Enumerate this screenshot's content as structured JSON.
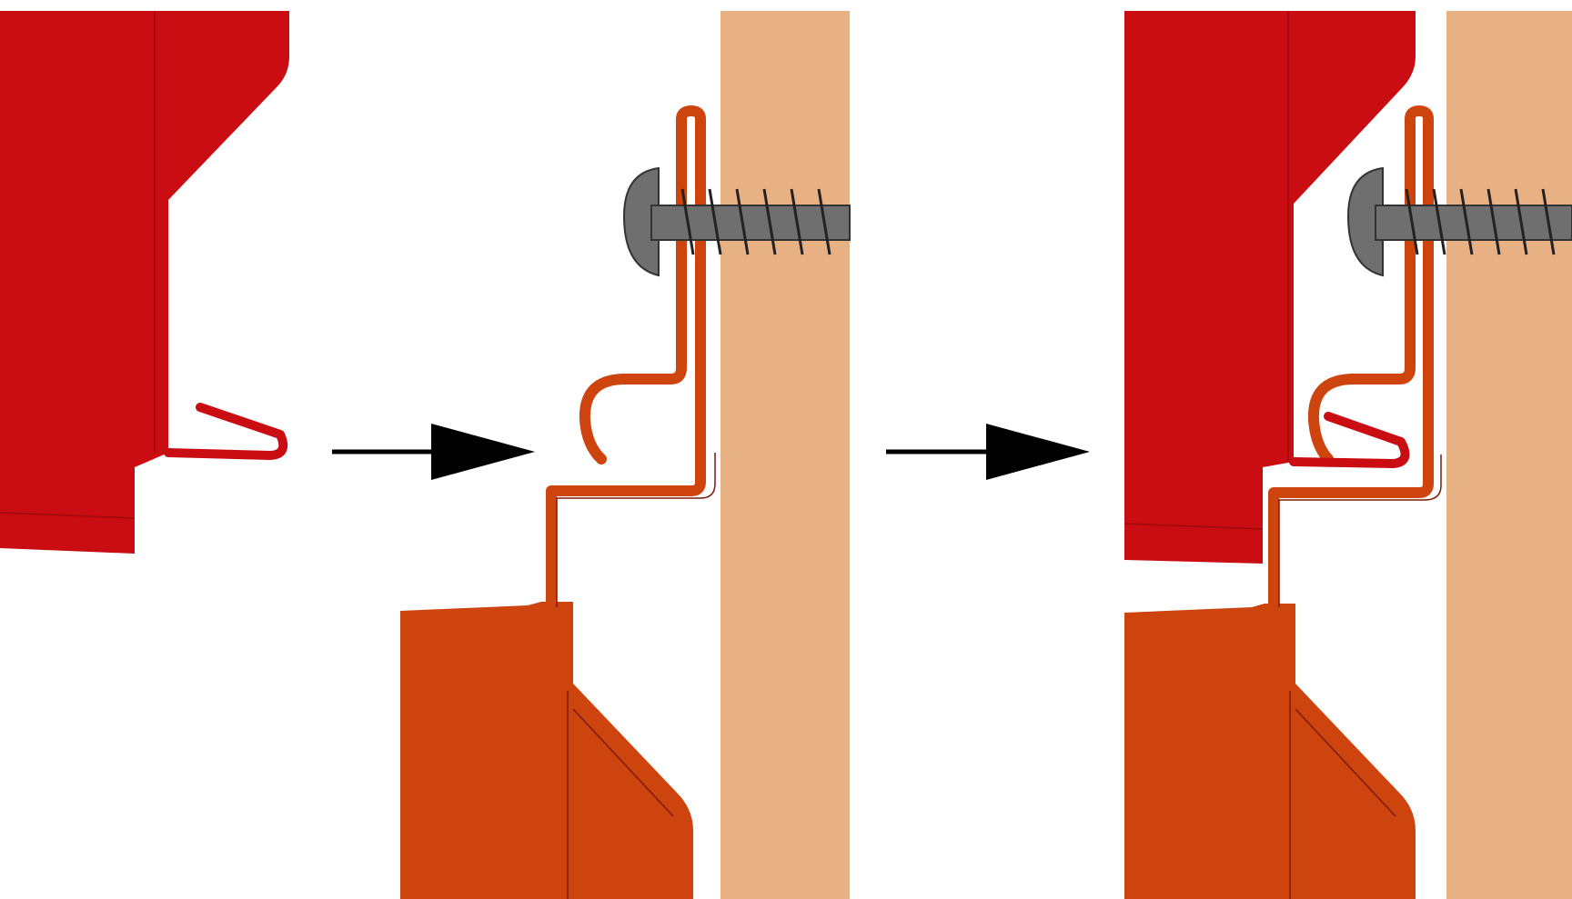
{
  "diagram": {
    "type": "mechanical-assembly-sequence",
    "stages": [
      {
        "parts": [
          "upper-panel",
          "panel-clip"
        ]
      },
      {
        "parts": [
          "lower-panel",
          "hook-bracket",
          "screw",
          "wood-stud"
        ]
      },
      {
        "parts": [
          "upper-panel",
          "panel-clip",
          "lower-panel",
          "hook-bracket",
          "screw",
          "wood-stud"
        ]
      }
    ],
    "arrows": 2
  },
  "colors": {
    "upper_panel": "#c90d12",
    "lower_panel": "#cd440f",
    "bracket": "#cd440f",
    "wood": "#e7b184",
    "screw": "#6f6f6f",
    "screw_thread": "#222222",
    "arrow": "#000000",
    "outline": "#7a1b08"
  }
}
